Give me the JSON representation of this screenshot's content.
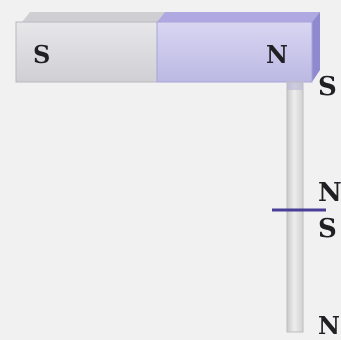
{
  "horizontal_magnet": {
    "left_pole": "S",
    "right_pole": "N",
    "left_color": "#d8d8dc",
    "right_color": "#c8c6ec"
  },
  "vertical_rod": {
    "top_label": "S",
    "marker_labels": [
      "N",
      "S"
    ],
    "bottom_label": "N",
    "rod_color": "#dedede",
    "marker_color": "#4a3f96"
  }
}
